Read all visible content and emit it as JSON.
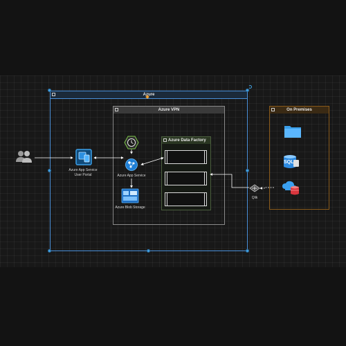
{
  "groups": {
    "azure": "Azure",
    "vpn": "Azure VPN",
    "data_factory": "Azure Data Factory",
    "on_premises": "On Premises"
  },
  "nodes": {
    "users": {
      "icon": "users-icon"
    },
    "portal": {
      "line1": "Azure App Service",
      "line2": "User Portal",
      "icon": "app-service-portal-icon"
    },
    "app_service": {
      "label": "Azure App Service",
      "icon": "app-service-icon"
    },
    "scheduler": {
      "icon": "clock-icon"
    },
    "blob": {
      "label": "Azure Blob Storage",
      "icon": "blob-storage-icon"
    },
    "qlik": {
      "label": "Qlik",
      "icon": "qlik-gateway-icon"
    },
    "folder": {
      "icon": "folder-icon"
    },
    "sql": {
      "label": "SQL",
      "icon": "sql-database-icon"
    },
    "cloud_db": {
      "icon": "cloud-database-icon"
    }
  },
  "colors": {
    "azure_border": "#4a90d9",
    "vpn_border": "#8a8a8a",
    "adf_border": "#5a7a4a",
    "onprem_border": "#8a5a1a",
    "handle": "#43a3e3",
    "azure_blue": "#1e88e5"
  }
}
